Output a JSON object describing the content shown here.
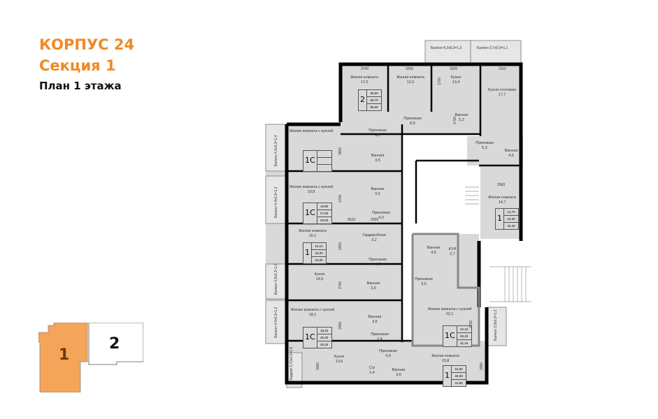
{
  "header": {
    "building": "КОРПУС 24",
    "section": "Секция 1",
    "floor_plan": "План 1 этажа"
  },
  "colors": {
    "accent": "#ee8a26",
    "keyplan_active": "#f4a55a",
    "room_fill": "#d9d9d9",
    "wall": "#000000"
  },
  "keyplan": {
    "sections": [
      {
        "label": "1",
        "active": true
      },
      {
        "label": "2",
        "active": false
      }
    ]
  },
  "apartments": [
    {
      "id": "apt-2r-top",
      "type": "2",
      "areas": [
        "29,60",
        "56,70",
        "58,00"
      ],
      "rooms": [
        {
          "name": "Жилая комната",
          "area": "17,0"
        },
        {
          "name": "Жилая комната",
          "area": "12,0"
        },
        {
          "name": "Кухня",
          "area": "13,4"
        },
        {
          "name": "Прихожая",
          "area": "8,5"
        },
        {
          "name": "Ванная",
          "area": "5,2"
        }
      ],
      "balcony": "Балкон 4,2x0,3=1,3"
    },
    {
      "id": "apt-1r-right",
      "type": "1",
      "areas": [
        "14,70",
        "42,30",
        "43,40"
      ],
      "rooms": [
        {
          "name": "Кухня-столовая",
          "area": "17,7"
        },
        {
          "name": "Прихожая",
          "area": "5,3"
        },
        {
          "name": "Ванная",
          "area": "4,6"
        },
        {
          "name": "Жилая комната",
          "area": "14,7"
        }
      ],
      "balcony": "Балкон 3,7x0,3=1,1"
    },
    {
      "id": "apt-1c-a",
      "type": "1С",
      "areas": [
        "",
        "",
        ""
      ],
      "rooms": [
        {
          "name": "Жилая комната с кухней",
          "area": ""
        },
        {
          "name": "Прихожая",
          "area": "4,2"
        },
        {
          "name": "Ванная",
          "area": "3,5"
        }
      ],
      "balcony": "Балкон 4,5x0,3=1,4"
    },
    {
      "id": "apt-1c-b",
      "type": "1С",
      "areas": [
        "19,80",
        "27,50",
        "28,60"
      ],
      "rooms": [
        {
          "name": "Жилая комната с кухней",
          "area": "19,8"
        },
        {
          "name": "Ванная",
          "area": "3,5"
        },
        {
          "name": "Прихожая",
          "area": "4,0"
        }
      ],
      "balcony": "Балкон 4,4x0,3=1,3"
    },
    {
      "id": "apt-1r-left",
      "type": "1",
      "areas": [
        "16,10",
        "42,00",
        "43,00"
      ],
      "rooms": [
        {
          "name": "Жилая комната",
          "area": "16,1"
        },
        {
          "name": "Гардеробная",
          "area": "3,2"
        },
        {
          "name": "Прихожая",
          "area": "4,7"
        },
        {
          "name": "Кухня",
          "area": "14,5"
        },
        {
          "name": "Ванная",
          "area": "3,5"
        }
      ],
      "balcony": "Балкон 3,5x0,3=1,0"
    },
    {
      "id": "apt-1c-c",
      "type": "1С",
      "areas": [
        "18,10",
        "25,00",
        "26,20"
      ],
      "rooms": [
        {
          "name": "Жилая комната с кухней",
          "area": "18,1"
        },
        {
          "name": "Ванная",
          "area": "3,5"
        },
        {
          "name": "Прихожая",
          "area": "2,4"
        }
      ],
      "balcony": "Балкон 4,0x0,3=1,2"
    },
    {
      "id": "apt-1c-center",
      "type": "1С",
      "areas": [
        "22,10",
        "30,20",
        "31,40"
      ],
      "rooms": [
        {
          "name": "Ванная",
          "area": "4,5"
        },
        {
          "name": "КУИ",
          "area": "2,7"
        },
        {
          "name": "Прихожая",
          "area": "3,6"
        },
        {
          "name": "Жилая комната с кухней",
          "area": "22,1"
        }
      ],
      "balcony": "Балкон 3,9x0,3=1,2"
    },
    {
      "id": "apt-1r-bottom",
      "type": "1",
      "areas": [
        "15,80",
        "40,50",
        "41,80"
      ],
      "rooms": [
        {
          "name": "Кухня",
          "area": "13,6"
        },
        {
          "name": "Прихожая",
          "area": "4,9"
        },
        {
          "name": "С/у",
          "area": "2,4"
        },
        {
          "name": "Ванная",
          "area": "3,6"
        },
        {
          "name": "Жилая комната",
          "area": "15,8"
        }
      ],
      "balcony": "Лоджия 3,70x0,3=0,8"
    }
  ],
  "dimensions": {
    "top": [
      "3700",
      "3200",
      "3200",
      "3110"
    ],
    "right_unit": "2660",
    "left_col": [
      "3800",
      "3700",
      "2650",
      "2750",
      "3450"
    ],
    "mid_row": [
      "5610",
      "2050"
    ],
    "bottom": [
      "3050",
      "3050"
    ],
    "center_unit": "3750",
    "small": [
      "1700",
      "1700"
    ]
  }
}
